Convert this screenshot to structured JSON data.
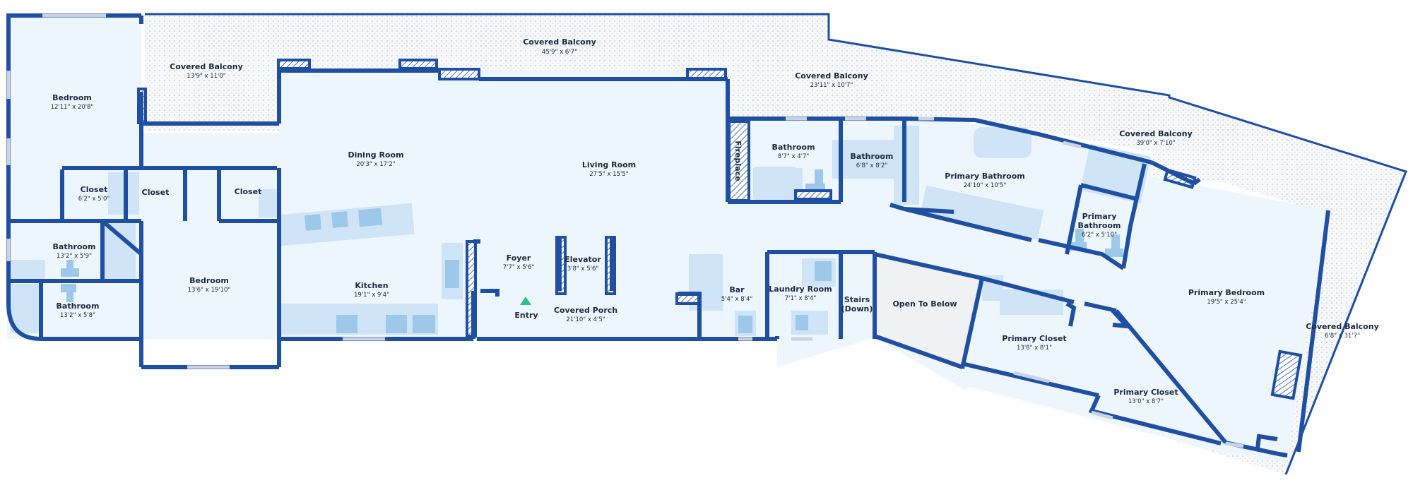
{
  "rooms": [
    {
      "name": "Covered Balcony",
      "dim": "45'9\" x 6'7\""
    },
    {
      "name": "Covered Balcony",
      "dim": "13'9\" x 11'0\""
    },
    {
      "name": "Covered Balcony",
      "dim": "23'11\" x 10'7\""
    },
    {
      "name": "Covered Balcony",
      "dim": "39'0\" x 7'10\""
    },
    {
      "name": "Covered Balcony",
      "dim": "6'8\" x 31'7\""
    },
    {
      "name": "Bedroom",
      "dim": "12'11\" x 20'8\""
    },
    {
      "name": "Closet",
      "dim": "6'2\" x 5'0\""
    },
    {
      "name": "Closet",
      "dim": ""
    },
    {
      "name": "Closet",
      "dim": ""
    },
    {
      "name": "Bathroom",
      "dim": "13'2\" x 5'9\""
    },
    {
      "name": "Bathroom",
      "dim": "13'2\" x 5'8\""
    },
    {
      "name": "Bedroom",
      "dim": "13'6\" x 19'10\""
    },
    {
      "name": "Dining Room",
      "dim": "20'3\" x 17'2\""
    },
    {
      "name": "Living Room",
      "dim": "27'5\" x 15'5\""
    },
    {
      "name": "Kitchen",
      "dim": "19'1\" x 9'4\""
    },
    {
      "name": "Foyer",
      "dim": "7'7\" x 5'6\""
    },
    {
      "name": "Elevator",
      "dim": "3'8\" x 5'6\""
    },
    {
      "name": "Entry",
      "dim": ""
    },
    {
      "name": "Covered Porch",
      "dim": "21'10\" x 4'5\""
    },
    {
      "name": "Bar",
      "dim": "5'4\" x 8'4\""
    },
    {
      "name": "Laundry Room",
      "dim": "7'1\" x 8'4\""
    },
    {
      "name": "Stairs",
      "dim": "(Down)"
    },
    {
      "name": "Open To Below",
      "dim": ""
    },
    {
      "name": "Bathroom",
      "dim": "8'7\" x 4'7\""
    },
    {
      "name": "Bathroom",
      "dim": "6'8\" x 8'2\""
    },
    {
      "name": "Fireplace",
      "dim": ""
    },
    {
      "name": "Primary Bathroom",
      "dim": "24'10\" x 10'5\""
    },
    {
      "name": "Primary",
      "dim": "Bathroom"
    },
    {
      "name": "",
      "dim": "6'2\" x 5'10\""
    },
    {
      "name": "Primary Bedroom",
      "dim": "19'5\" x 25'4\""
    },
    {
      "name": "Primary Closet",
      "dim": "13'8\" x 8'1\""
    },
    {
      "name": "Primary Closet",
      "dim": "13'0\" x 8'7\""
    }
  ],
  "colors": {
    "wall": "#1f4fa3",
    "floor": "#eef6fd",
    "fixture": "#cfe4f6",
    "open_below": "#f0f1f3",
    "entry_marker": "#2fbf8f",
    "text": "#1b2a40"
  }
}
